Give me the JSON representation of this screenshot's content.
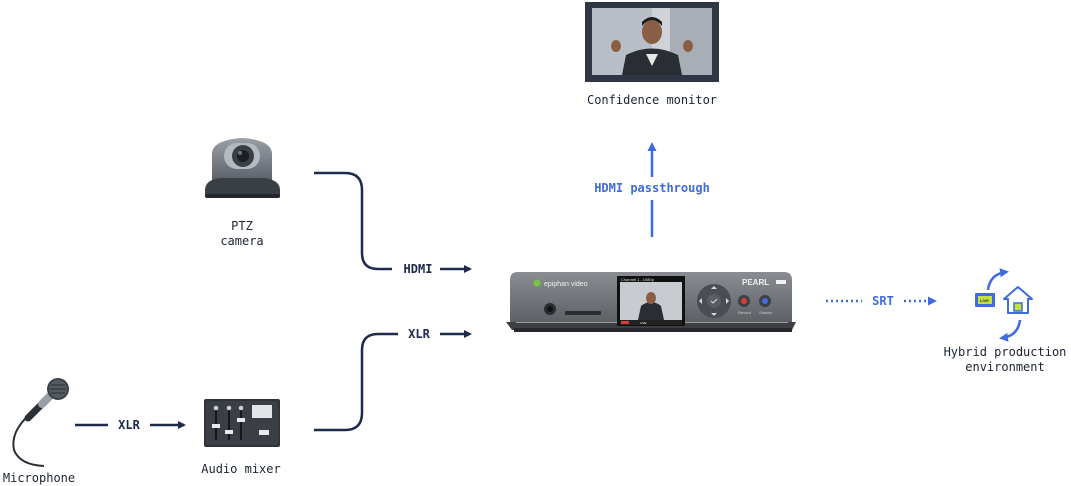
{
  "nodes": {
    "confidence_monitor": "Confidence monitor",
    "ptz_camera_line1": "PTZ",
    "ptz_camera_line2": "camera",
    "microphone": "Microphone",
    "audio_mixer": "Audio mixer",
    "hybrid_line1": "Hybrid production",
    "hybrid_line2": "environment"
  },
  "device": {
    "brand_text": "epiphan video",
    "model_text": "PEARL",
    "screen_title": "Channel 1 - 1080p",
    "record_label": "Record",
    "stream_label": "Stream",
    "live_badge": "LIVE"
  },
  "connections": {
    "hdmi": "HDMI",
    "xlr_mixer_to_pearl": "XLR",
    "xlr_mic_to_mixer": "XLR",
    "hdmi_passthrough": "HDMI passthrough",
    "srt": "SRT"
  },
  "colors": {
    "dark_line": "#1e2a4a",
    "accent_blue": "#3f6be0",
    "device_body": "#6b6e73"
  }
}
